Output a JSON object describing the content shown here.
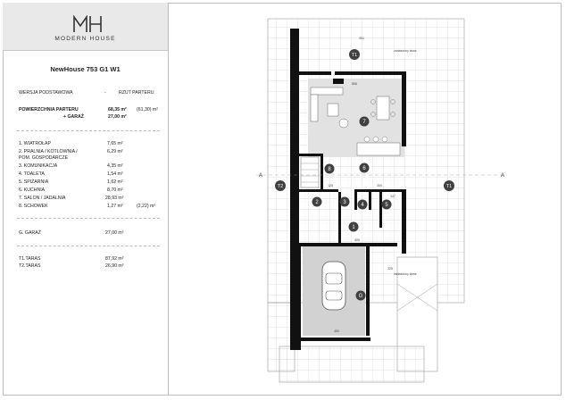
{
  "brand": {
    "name": "MODERN HOUSE"
  },
  "project": {
    "title": "NewHouse 753 G1 W1"
  },
  "header": {
    "version": "WERSJA PODSTAWOWA",
    "separator": "-",
    "view": "RZUT PARTERU"
  },
  "summary": {
    "area_label": "POWIERZCHNIA PARTERU",
    "area_value": "68,35 m²",
    "area_alt": "(61,30) m²",
    "garage_label": "+ GARAŻ",
    "garage_value": "27,00 m²"
  },
  "rooms": [
    {
      "line1": "1.  WIATROŁAP",
      "value": "7,65 m²",
      "alt": ""
    },
    {
      "line1": "2.  PRALNIA / KOTLOWNIA /",
      "line2": "     POM. GOSPODARCZE",
      "value": "6,29 m²",
      "alt": ""
    },
    {
      "line1": "3.  KOMUNIKACJA",
      "value": "4,35 m²",
      "alt": ""
    },
    {
      "line1": "4.  TOALETA",
      "value": "1,54 m²",
      "alt": ""
    },
    {
      "line1": "5.  SPIŻARNIA",
      "value": "1,62 m²",
      "alt": ""
    },
    {
      "line1": "6.  KUCHNIA",
      "value": "8,70 m²",
      "alt": ""
    },
    {
      "line1": "7.  SALON / JADALNIA",
      "value": "28,93 m²",
      "alt": ""
    },
    {
      "line1": "8.  SCHOWEK",
      "value": "1,27 m²",
      "alt": "(2,22) m²"
    }
  ],
  "garage": {
    "label": "G. GARAŻ",
    "value": "27,00 m²"
  },
  "terraces": [
    {
      "label": "T1.TARAS",
      "value": "87,92 m²"
    },
    {
      "label": "T2.TARAS",
      "value": "26,90 m²"
    }
  ],
  "plan": {
    "section_mark": "A",
    "terrace_note": "zadaszony taras",
    "room_numbers": [
      "1",
      "2",
      "3",
      "4",
      "5",
      "6",
      "7",
      "8",
      "G",
      "T1",
      "T2"
    ],
    "dims": {
      "top": "951",
      "living": "856",
      "garage": "450",
      "d1": "405",
      "d2": "300",
      "d3": "125",
      "d4": "147",
      "d5": "325"
    },
    "colors": {
      "wall": "#111111",
      "floor": "#d2d2d2",
      "room_circle": "#404040",
      "grid": "#c8c8c8",
      "paving": "#cfcfcf"
    }
  }
}
